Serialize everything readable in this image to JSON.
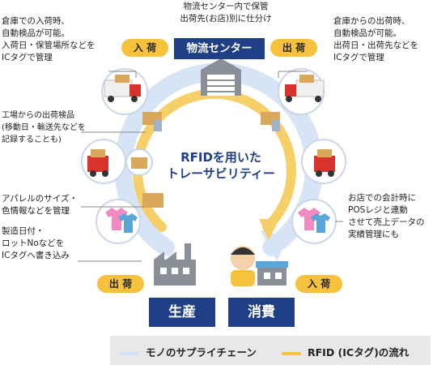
{
  "top_caption": "物流センター内で保管\n出荷先(お店)別に仕分け",
  "center_label": "物流センター",
  "pill_in_top": "入 荷",
  "pill_out_top": "出 荷",
  "pill_out_bottom": "出 荷",
  "pill_in_bottom": "入 荷",
  "box_production": "生産",
  "box_consumption": "消費",
  "center_title": "RFIDを用いた\nトレーサビリティー",
  "notes": {
    "warehouse_in": "倉庫での入荷時、\n自動検品が可能。\n入荷日・保管場所などを\nICタグで管理",
    "warehouse_out": "倉庫からの出荷時、\n自動検品が可能。\n出荷日・出荷先などを\nICタグで管理",
    "factory_ship": "工場からの出荷検品\n(移動日・輸送先などを\n記録することも)",
    "apparel": "アパレルのサイズ・\n色情報などを管理",
    "manufacture": "製造日付・\nロットNoなどを\nICタグへ書き込み",
    "store": "お店での会計時に\nPOSレジと連動\nさせて売上データの\n実績管理にも"
  },
  "legend": {
    "supply_chain": "モノのサプライチェーン",
    "rfid_flow": "RFID (ICタグ)の流れ"
  },
  "colors": {
    "navy": "#1f3f87",
    "yellow": "#f6c23e",
    "light_blue": "#cfe0f5",
    "legend_bg": "#e8e8e8"
  }
}
